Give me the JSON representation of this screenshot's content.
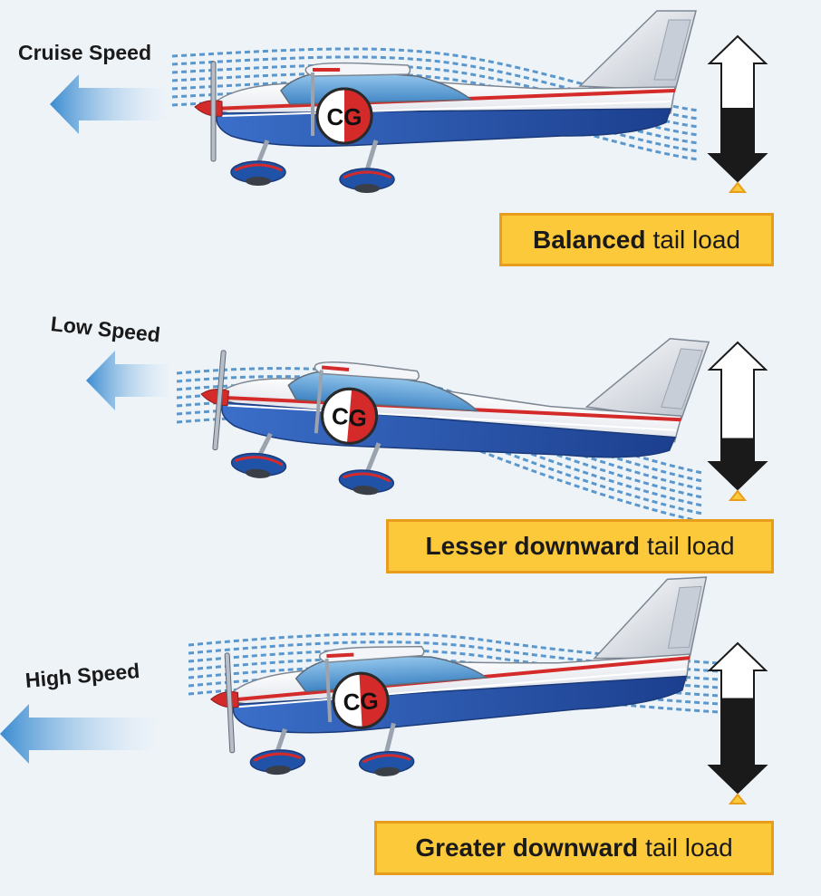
{
  "panels": [
    {
      "speed_label": "Cruise Speed",
      "cg_label": "CG",
      "tail_load_emphasis": "Balanced",
      "tail_load_suffix": "tail load",
      "down_arrow_fill_fraction": 0.5
    },
    {
      "speed_label": "Low Speed",
      "cg_label": "CG",
      "tail_load_emphasis": "Lesser downward",
      "tail_load_suffix": "tail load",
      "down_arrow_fill_fraction": 0.25
    },
    {
      "speed_label": "High Speed",
      "cg_label": "CG",
      "tail_load_emphasis": "Greater downward",
      "tail_load_suffix": "tail load",
      "down_arrow_fill_fraction": 0.7
    }
  ],
  "colors": {
    "background": "#eef3f8",
    "fuselage_blue": "#2052a8",
    "stripe_red": "#d42a2a",
    "airflow_blue": "#3e86c6",
    "label_fill": "#fcc93a",
    "label_border": "#e99d1c",
    "arrow_dark": "#1a1a1a"
  }
}
